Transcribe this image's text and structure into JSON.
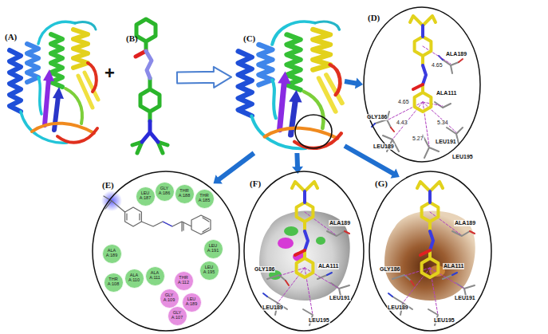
{
  "diagram": {
    "nodes": [
      {
        "text": [
          "(A)"
        ]
      },
      {
        "text": [
          "(B)"
        ]
      },
      {
        "text": [
          "(C)"
        ]
      },
      {
        "text": [
          "(D)"
        ]
      },
      {
        "text": [
          "(E)"
        ]
      },
      {
        "text": [
          "LEU A:187"
        ],
        "in": 4
      },
      {
        "text": [
          "GLY A:186"
        ],
        "in": 4
      },
      {
        "text": [
          "THR A:188"
        ],
        "in": 4
      },
      {
        "text": [
          "THR A:185"
        ],
        "in": 4
      },
      {
        "text": [
          "ALA A:189"
        ],
        "in": 4
      },
      {
        "text": [
          "LEU A:191"
        ],
        "in": 4
      },
      {
        "text": [
          "LEU A:195"
        ],
        "in": 4
      },
      {
        "text": [
          "THR A:108"
        ],
        "in": 4
      },
      {
        "text": [
          "ALA A:110"
        ],
        "in": 4
      },
      {
        "text": [
          "ALA A:111"
        ],
        "in": 4
      },
      {
        "text": [
          "THR A:112"
        ],
        "in": 4
      },
      {
        "text": [
          "GLY A:109"
        ],
        "in": 4
      },
      {
        "text": [
          "LEU A:189"
        ],
        "in": 4
      },
      {
        "text": [
          "GLY A:107"
        ],
        "in": 4
      },
      {
        "text": [
          "(F)"
        ]
      },
      {
        "text": [
          "(G)"
        ]
      }
    ],
    "edges": [
      {
        "from": 1,
        "to": 2,
        "arrow": "to"
      },
      {
        "from": 2,
        "to": 3,
        "arrow": "to"
      },
      {
        "from": 2,
        "to": 4,
        "arrow": "to"
      },
      {
        "from": 2,
        "to": 19,
        "arrow": "to"
      },
      {
        "from": 2,
        "to": 20,
        "arrow": "to"
      }
    ],
    "labels": [
      "+",
      "ALA189",
      "GLY186",
      "ALA111",
      "LEU189",
      "LEU191",
      "LEU195",
      "4.65",
      "4.65",
      "4.43",
      "5.34",
      "5.27",
      "ALA189",
      "GLY186",
      "ALA111",
      "LEU189",
      "LEU191",
      "LEU195",
      "ALA189",
      "GLY186",
      "ALA111",
      "LEU189",
      "LEU191",
      "LEU195"
    ]
  }
}
